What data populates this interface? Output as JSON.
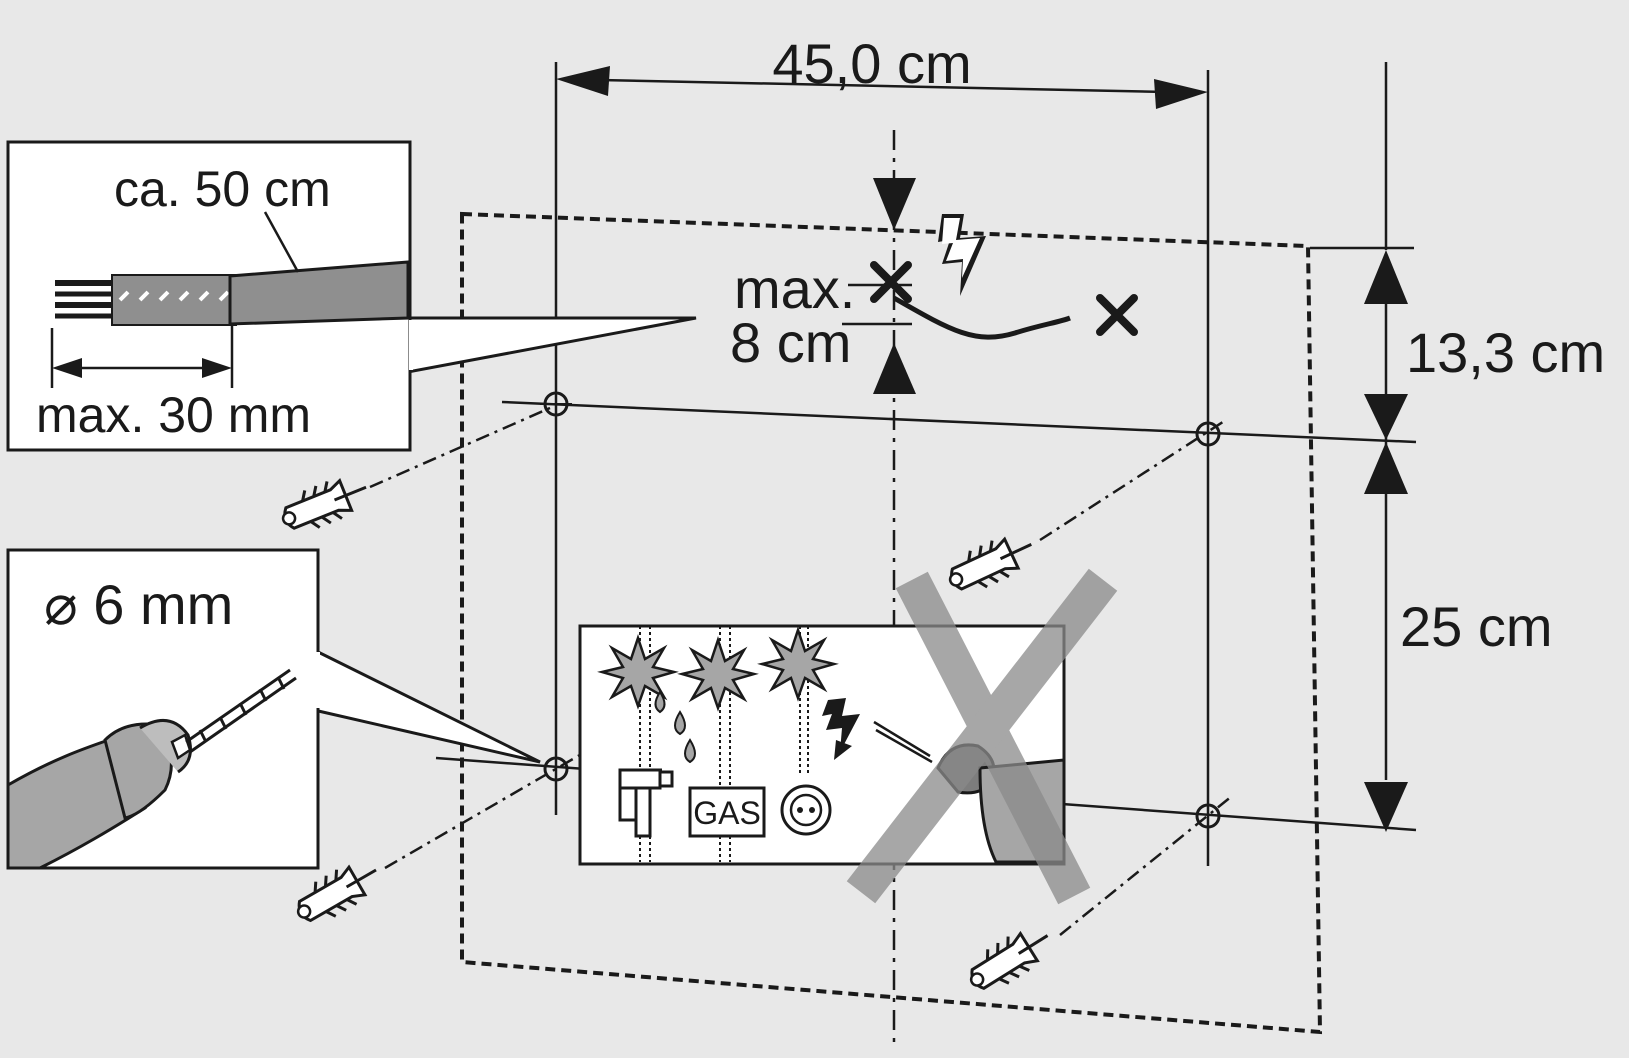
{
  "labels": {
    "width": "45,0 cm",
    "max_line1": "max.",
    "max_line2": "8 cm",
    "h_top": "13,3 cm",
    "h_bottom": "25 cm",
    "cable_length": "ca. 50 cm",
    "strip_length": "max. 30 mm",
    "drill_diameter": "⌀ 6 mm",
    "gas": "GAS"
  },
  "colors": {
    "background": "#e8e8e8",
    "line": "#1a1a1a",
    "panel": "#ffffff",
    "cable_sheath": "#8f8f8f",
    "warning_cross": "#8a8a8a",
    "starburst": "#a6a6a6"
  },
  "icons": {
    "power": "lightning-icon",
    "drilling_point": "x-mark-icon",
    "forbidden": "big-cross-icon",
    "water": "water-tap-icon",
    "socket": "socket-icon",
    "hazard": "starburst-icon",
    "anchor": "wall-plug-icon"
  }
}
